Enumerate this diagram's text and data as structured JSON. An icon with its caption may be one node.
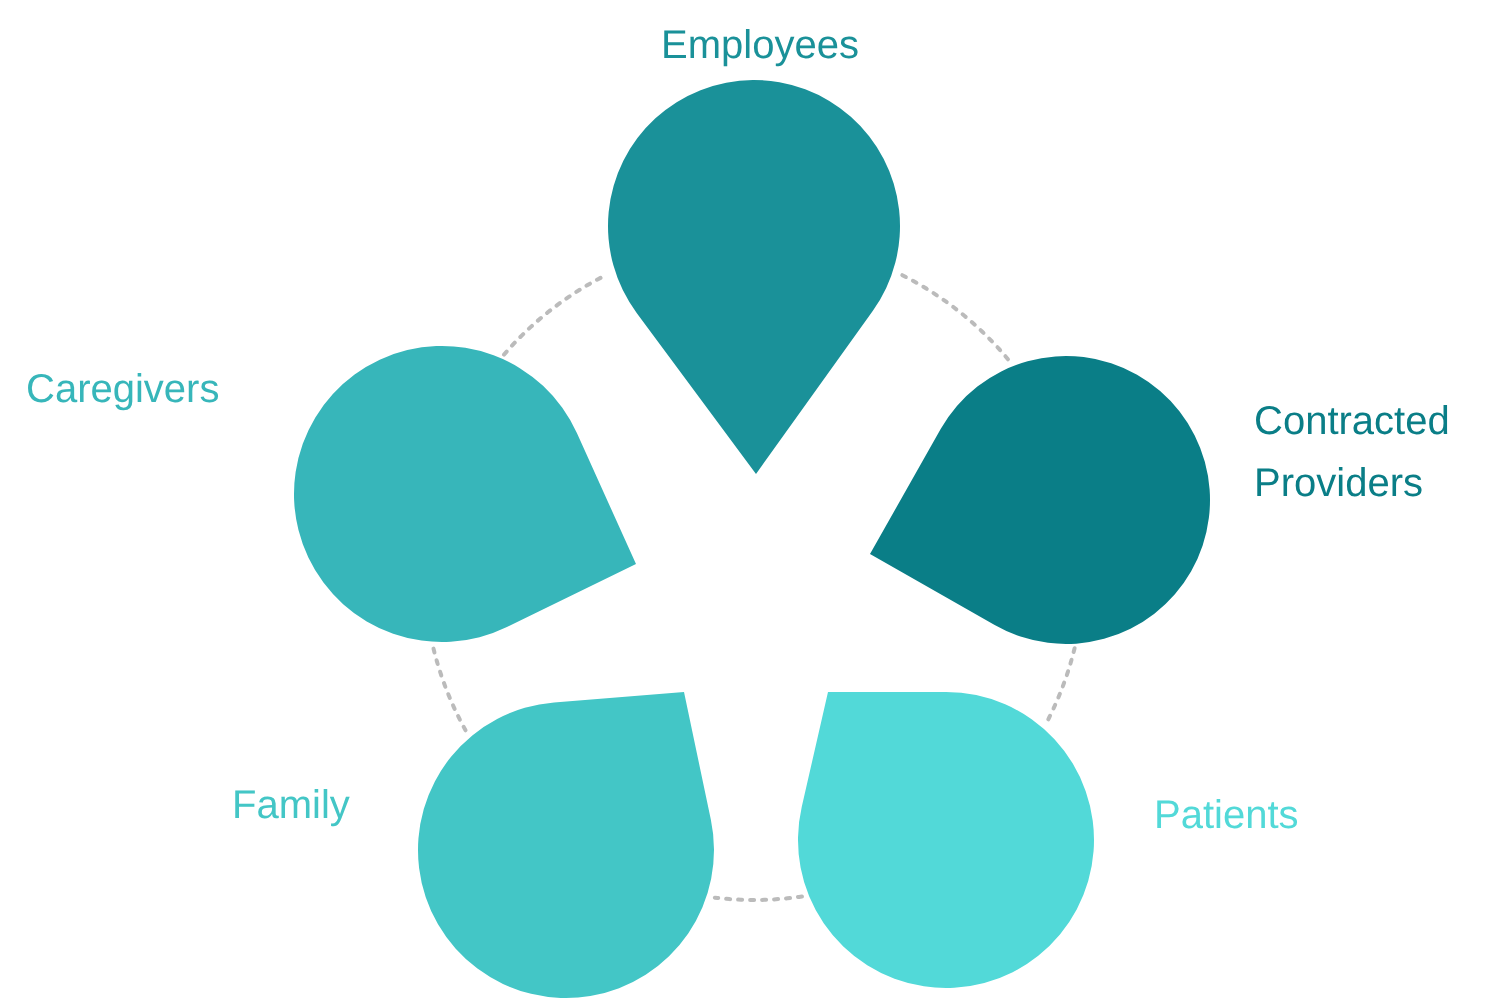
{
  "diagram": {
    "nodes": [
      {
        "text": [],
        "shape": "drop",
        "beside": [
          "Employees"
        ]
      },
      {
        "text": [],
        "shape": "drop",
        "beside": [
          "Contracted Providers"
        ]
      },
      {
        "text": [],
        "shape": "drop",
        "beside": [
          "Patients"
        ]
      },
      {
        "text": [],
        "shape": "drop",
        "beside": [
          "Family"
        ]
      },
      {
        "text": [],
        "shape": "drop",
        "beside": [
          "Caregivers"
        ]
      }
    ],
    "edges": [
      {
        "from": 0,
        "to": 1,
        "arrow": "none",
        "style": "dashed"
      },
      {
        "from": 1,
        "to": 2,
        "arrow": "none",
        "style": "dashed"
      },
      {
        "from": 2,
        "to": 3,
        "arrow": "none",
        "style": "dashed"
      },
      {
        "from": 3,
        "to": 4,
        "arrow": "none",
        "style": "dashed"
      },
      {
        "from": 4,
        "to": 0,
        "arrow": "none",
        "style": "dashed"
      }
    ]
  }
}
